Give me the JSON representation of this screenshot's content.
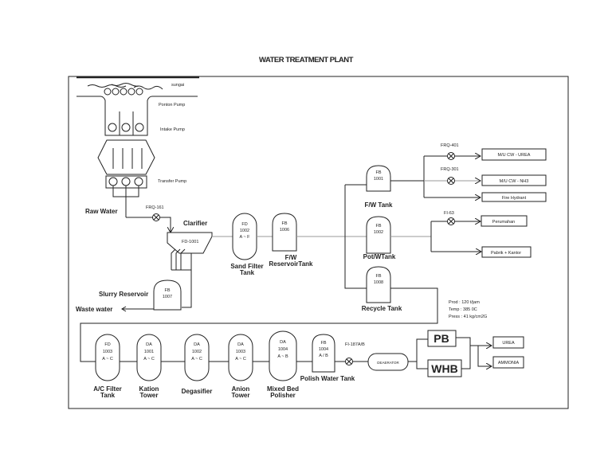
{
  "title": "WATER TREATMENT PLANT",
  "intake": {
    "river_label": "sungai",
    "ponton_pump_label": "Ponton Pump",
    "intake_pump_label": "Intake Pump",
    "transfer_pump_label": "Transfer Pump",
    "raw_water_label": "Raw Water"
  },
  "instruments": {
    "frq161": "FRQ-161",
    "frq401": "FRQ-401",
    "frq301": "FRQ-301",
    "fi63": "FI-63",
    "fi187": "FI-187A/B"
  },
  "clarifier": {
    "label": "Clarifier",
    "tag": "FD-1001"
  },
  "slurry": {
    "label": "Slurry Reservoir",
    "tag1": "FB",
    "tag2": "1007",
    "waste_label": "Waste water"
  },
  "sand_filter": {
    "tag1": "FD",
    "tag2": "1002",
    "tag3": "A ~ F",
    "label1": "Sand Filter",
    "label2": "Tank"
  },
  "fw_reservoir": {
    "tag1": "FB",
    "tag2": "1006",
    "label1": "F/W",
    "label2": "ReservoirTank"
  },
  "fw_tank": {
    "tag1": "FB",
    "tag2": "1001",
    "label": "F/W Tank"
  },
  "potw_tank": {
    "tag1": "FB",
    "tag2": "1002",
    "label": "Pot/WTank"
  },
  "recycle_tank": {
    "tag1": "FB",
    "tag2": "1008",
    "label": "Recycle Tank"
  },
  "destinations": {
    "mu_urea": "M/U  CW - UREA",
    "mu_nh3": "M/U  CW - NH3",
    "fire_hydrant": "Fire Hydrant",
    "perumahan": "Perumahan",
    "pabrik": "Pabrik + Kantor",
    "urea": "UREA",
    "ammonia": "AMMONIA"
  },
  "specs": {
    "prod": "Prod : 120 t/jam",
    "temp": "Temp : 385 0C",
    "press": "Press : 41 kg/cm2G"
  },
  "demin": [
    {
      "tag1": "FD",
      "tag2": "1003",
      "tag3": "A ~ C",
      "label1": "A/C Filter",
      "label2": "Tank"
    },
    {
      "tag1": "DA",
      "tag2": "1001",
      "tag3": "A ~ C",
      "label1": "Kation",
      "label2": "Tower"
    },
    {
      "tag1": "DA",
      "tag2": "1002",
      "tag3": "A ~ C",
      "label1": "Degasifier",
      "label2": ""
    },
    {
      "tag1": "DA",
      "tag2": "1003",
      "tag3": "A ~ C",
      "label1": "Anion",
      "label2": "Tower"
    },
    {
      "tag1": "DA",
      "tag2": "1004",
      "tag3": "A ~ B",
      "label1": "Mixed Bed",
      "label2": "Polisher"
    }
  ],
  "polish_tank": {
    "tag1": "FB",
    "tag2": "1004",
    "tag3": "A / B",
    "label": "Polish Water Tank"
  },
  "deaerator": "DEAERATOR",
  "boilers": {
    "pb": "PB",
    "whb": "WHB"
  }
}
